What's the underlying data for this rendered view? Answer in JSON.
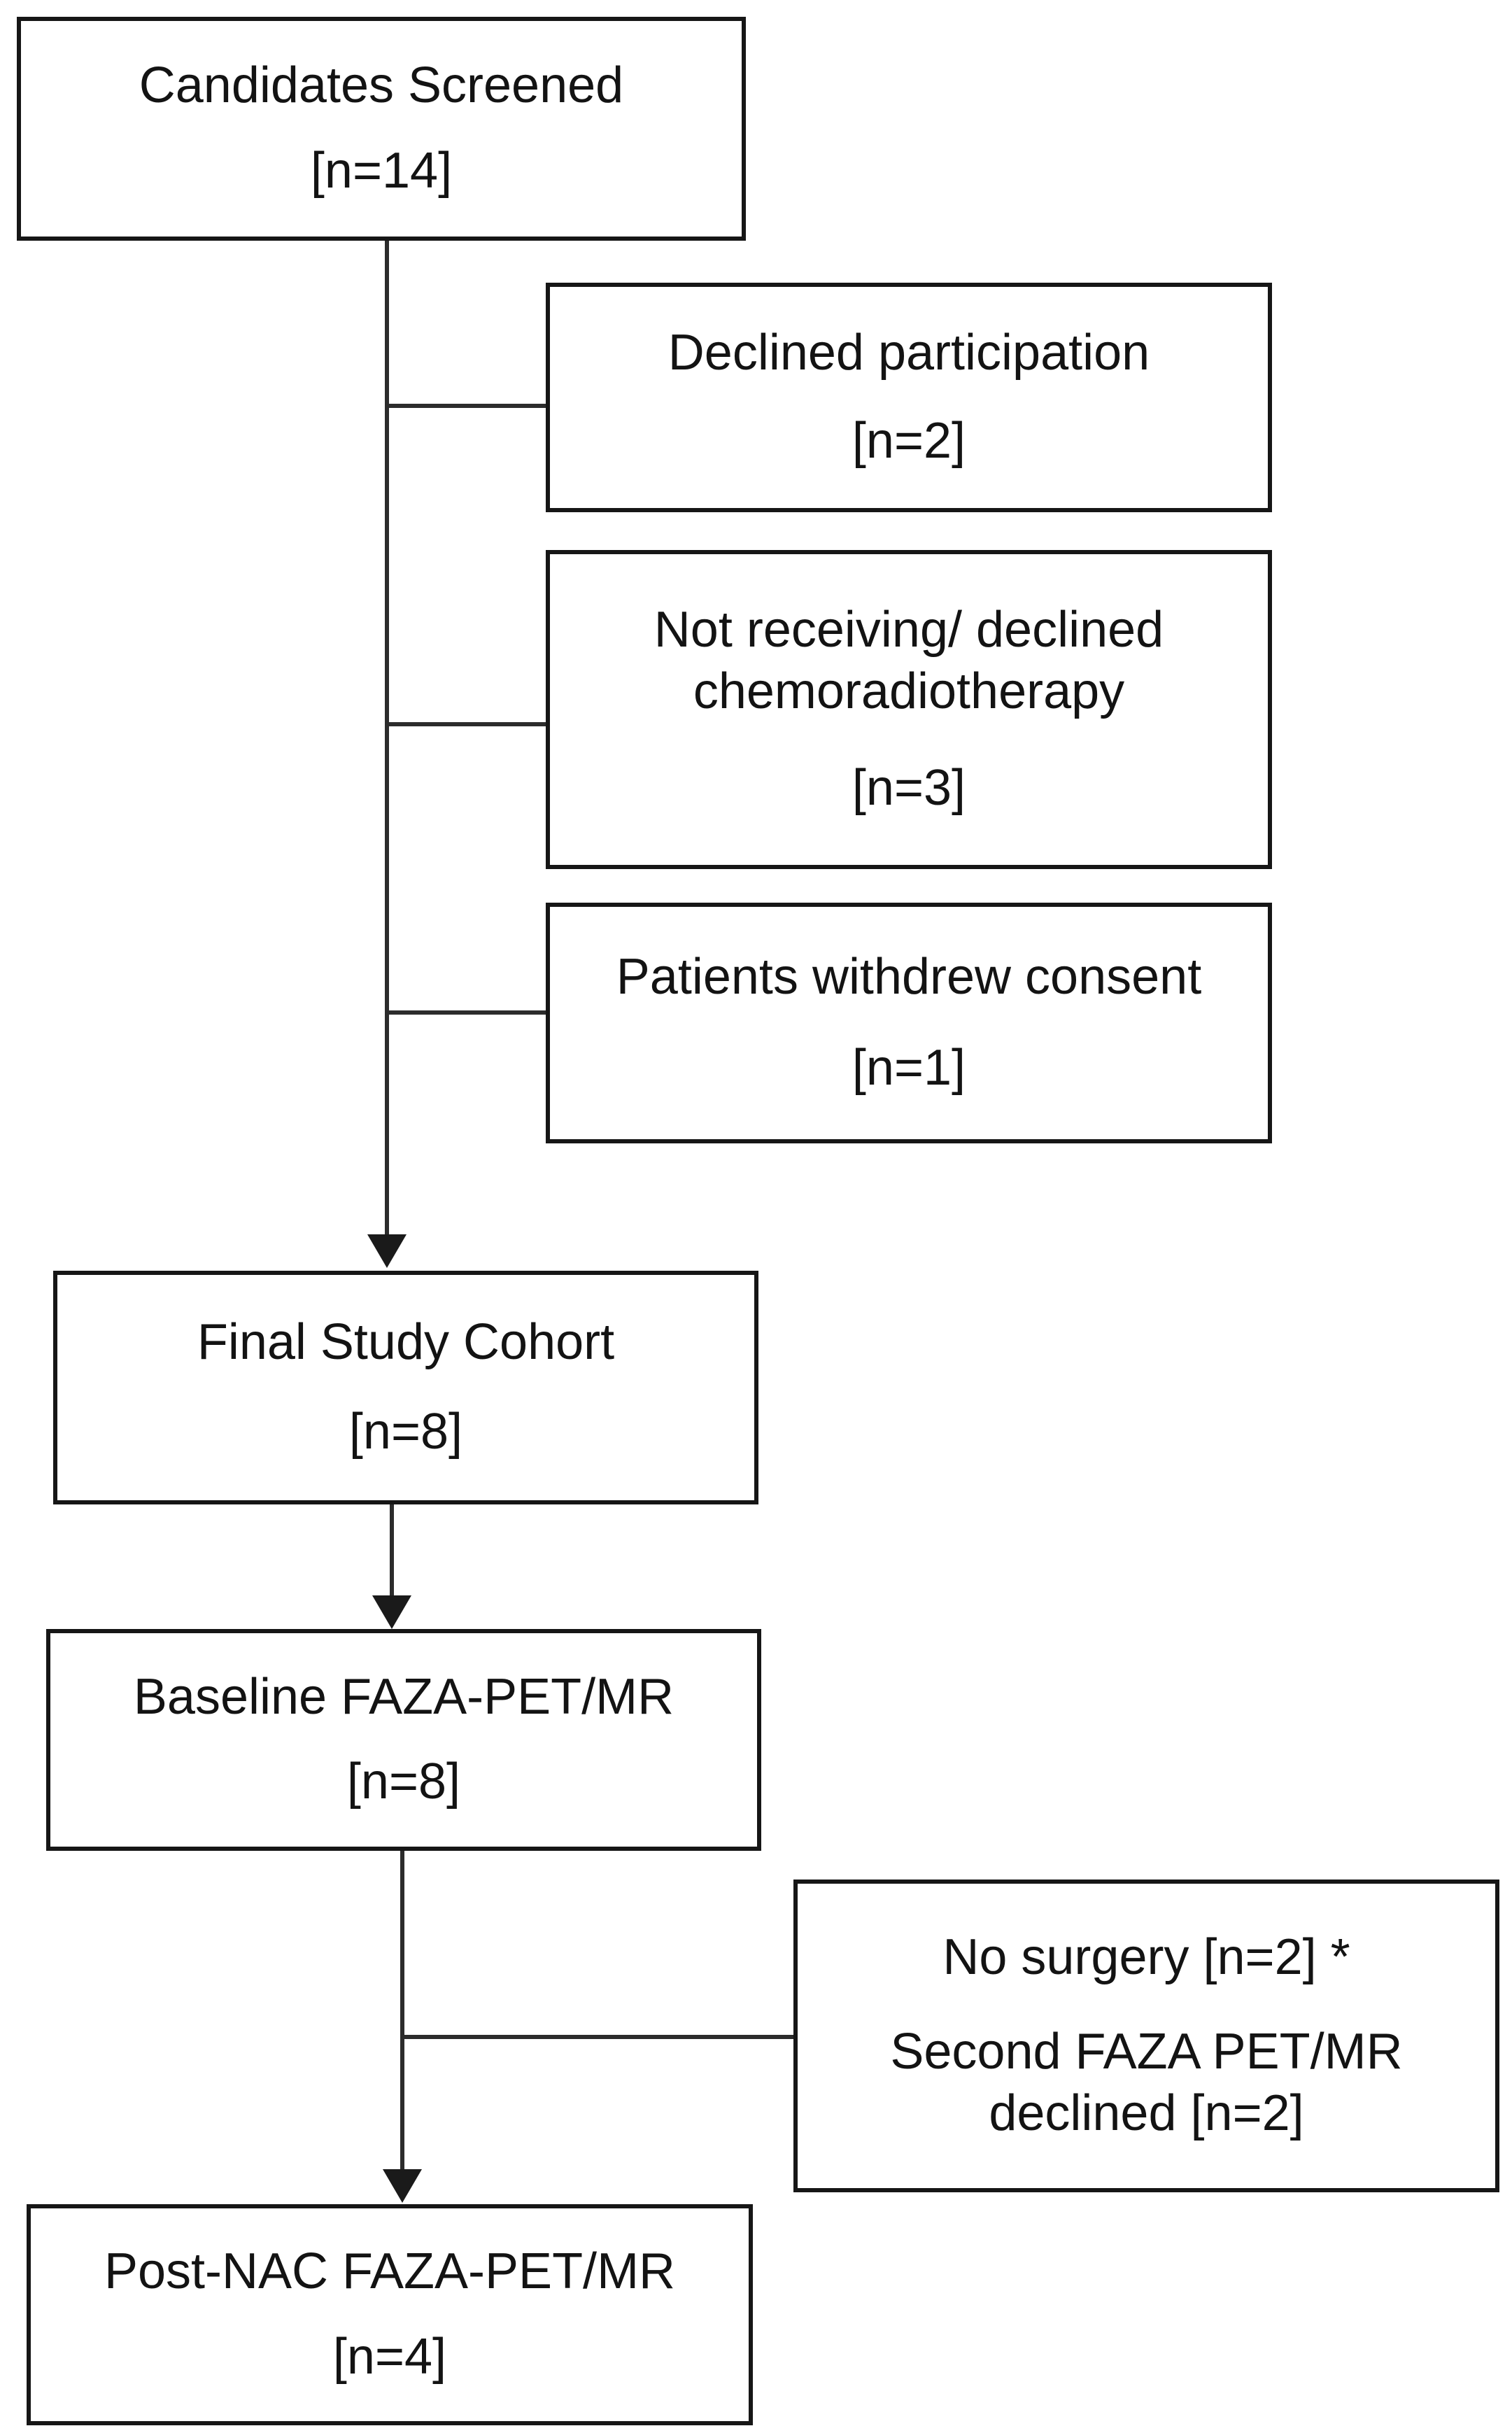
{
  "diagram": {
    "nodes": {
      "screened": {
        "title": "Candidates Screened",
        "n": "[n=14]"
      },
      "declined": {
        "title": "Declined participation",
        "n": "[n=2]"
      },
      "not_receiving": {
        "title": "Not receiving/ declined chemoradiotherapy",
        "n": "[n=3]"
      },
      "withdrew": {
        "title": "Patients withdrew consent",
        "n": "[n=1]"
      },
      "final_cohort": {
        "title": "Final Study Cohort",
        "n": "[n=8]"
      },
      "baseline": {
        "title": "Baseline FAZA-PET/MR",
        "n": "[n=8]"
      },
      "exclusions_second": {
        "line1": "No surgery [n=2] *",
        "line2": "Second FAZA PET/MR declined [n=2]"
      },
      "post_nac": {
        "title": "Post-NAC FAZA-PET/MR",
        "n": "[n=4]"
      }
    },
    "colors": {
      "border": "#161616",
      "connector": "#2c2c2c",
      "text": "#131313",
      "background": "#ffffff"
    }
  }
}
